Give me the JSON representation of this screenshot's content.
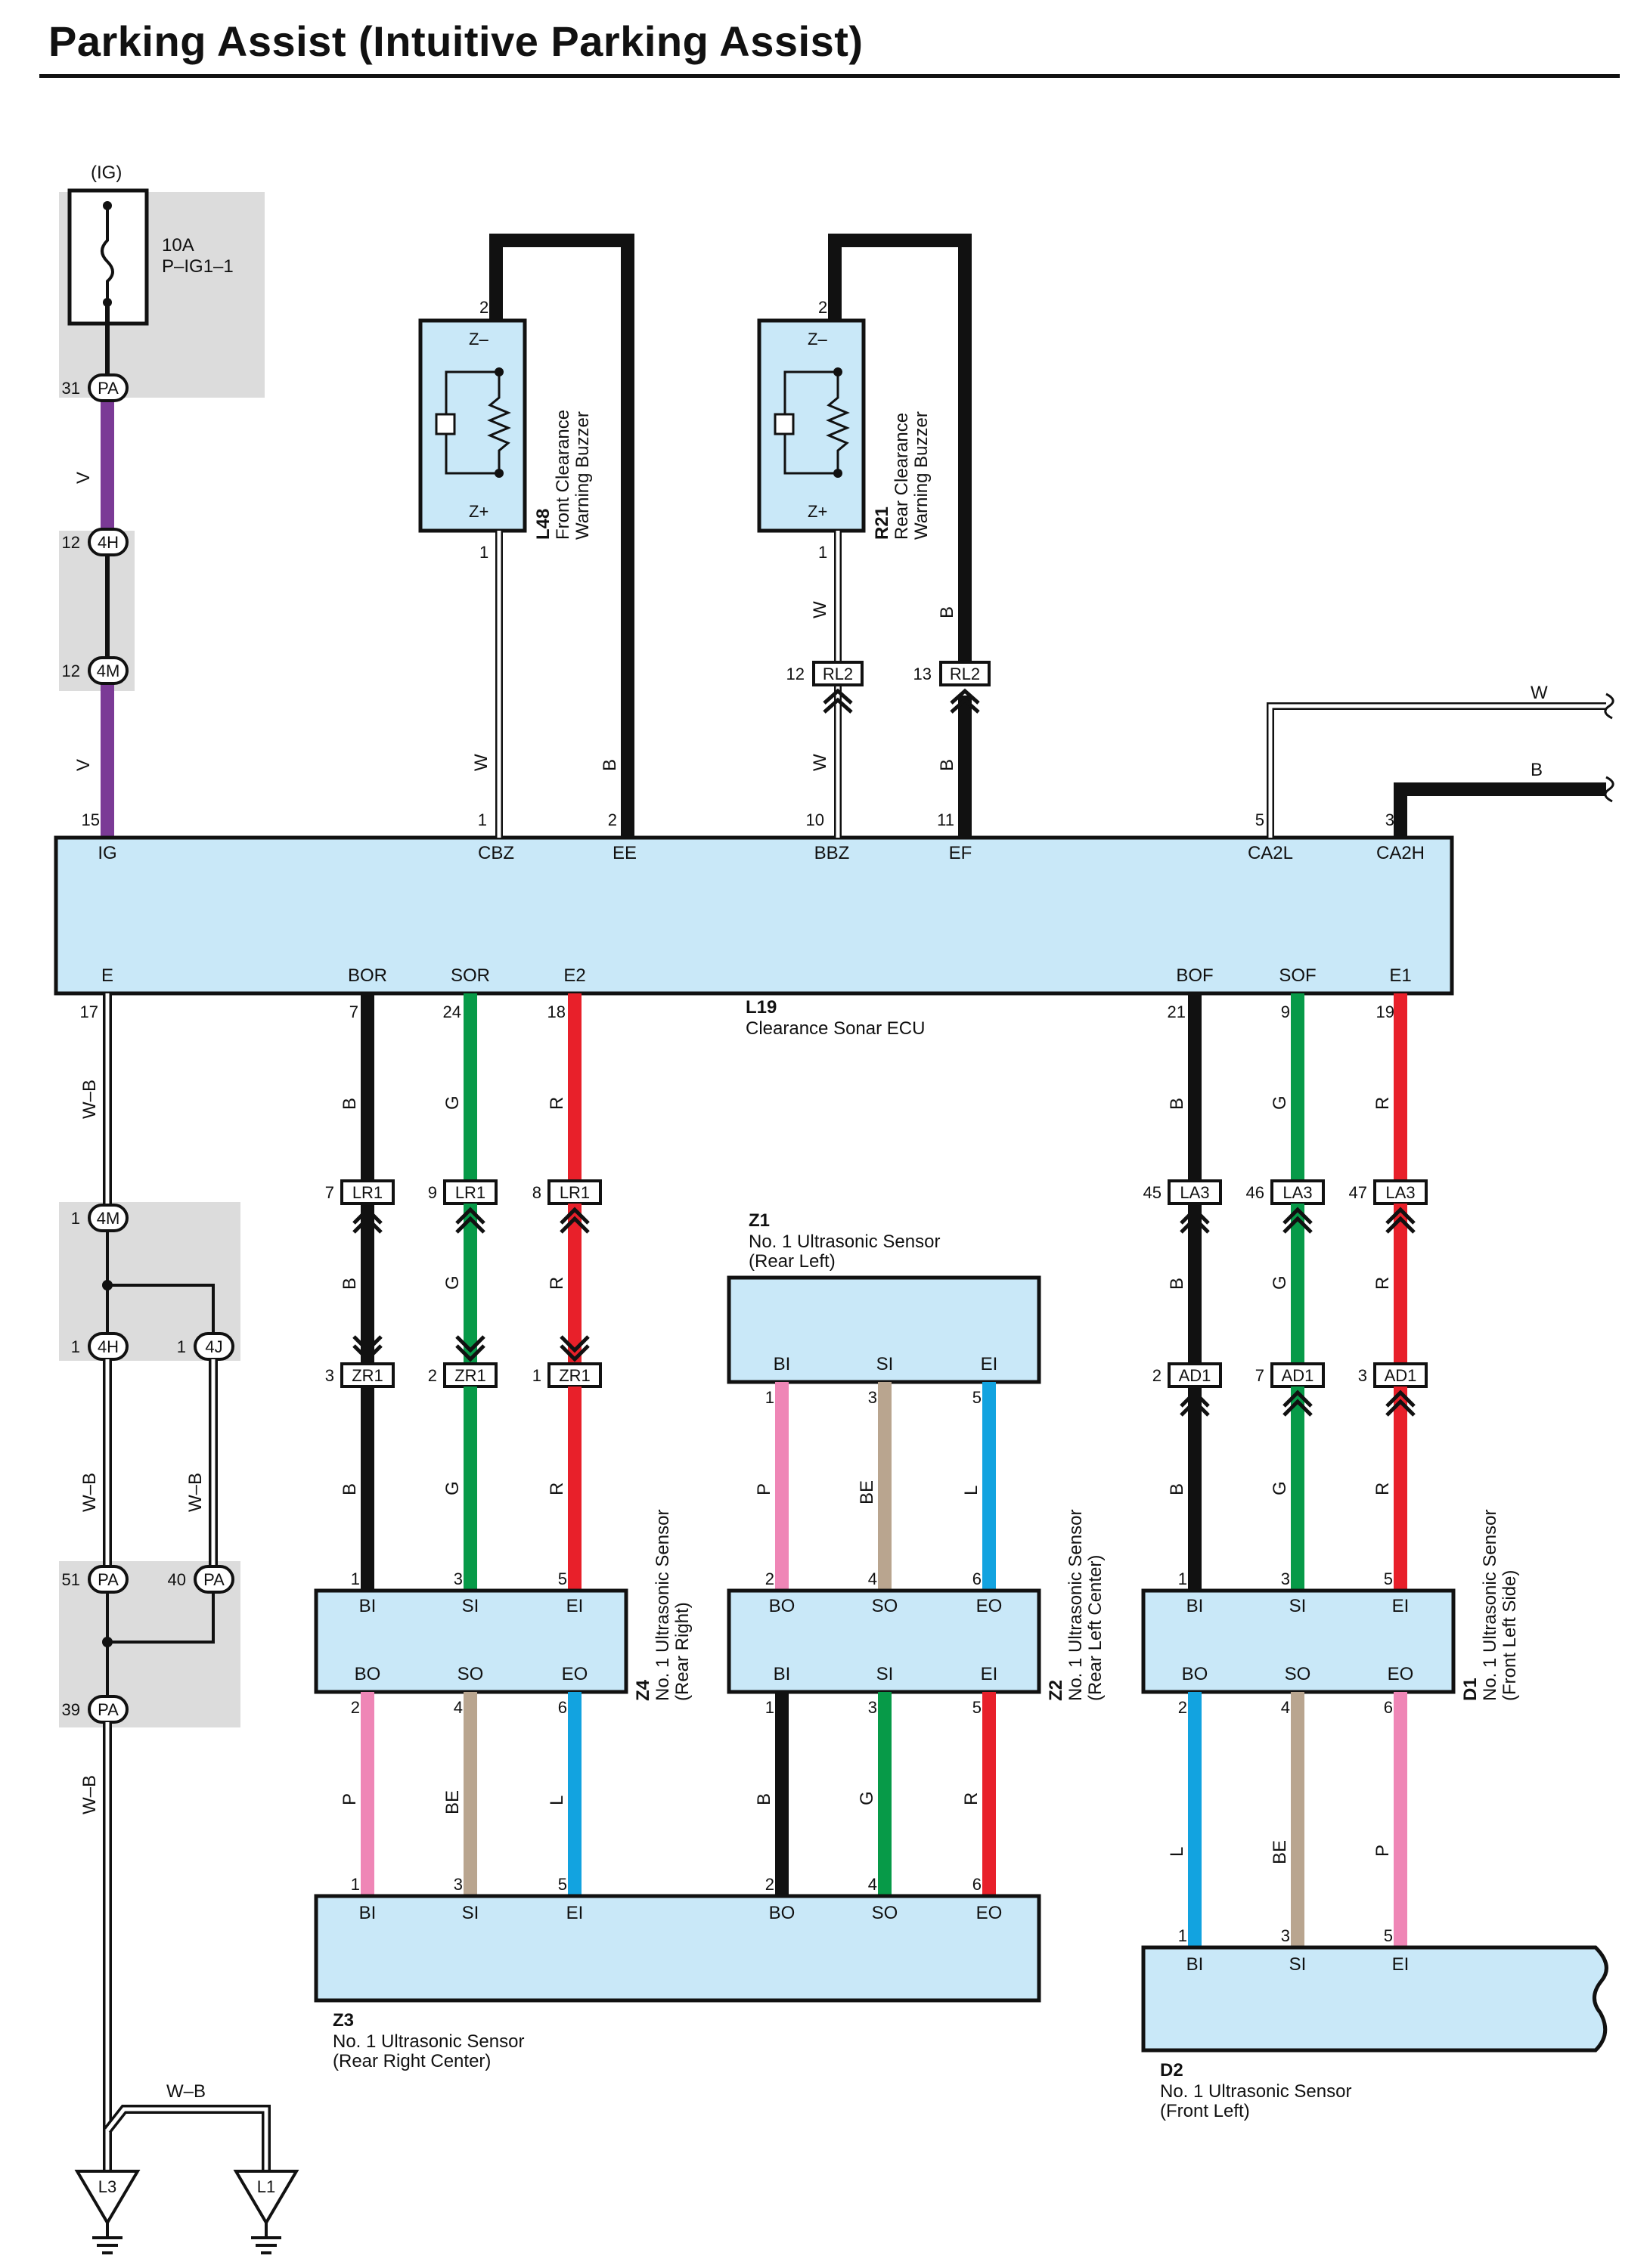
{
  "title": "Parking Assist (Intuitive Parking Assist)",
  "colors": {
    "V": "#7b3a96",
    "B": "#111111",
    "W": "#ffffff",
    "W-B": "#ffffff",
    "G": "#079a48",
    "R": "#e8202a",
    "P": "#ef86b6",
    "BE": "#b9a58f",
    "L": "#12a3e0",
    "box": "#c9e8f8",
    "shade": "#dcdcdc"
  },
  "fuse": {
    "label": "(IG)",
    "rating": "10A",
    "name": "P–IG1–1"
  },
  "ecu": {
    "id": "L19",
    "name": "Clearance Sonar ECU",
    "top_terms": [
      {
        "pin": "15",
        "label": "IG"
      },
      {
        "pin": "1",
        "label": "CBZ"
      },
      {
        "pin": "2",
        "label": "EE"
      },
      {
        "pin": "10",
        "label": "BBZ"
      },
      {
        "pin": "11",
        "label": "EF"
      },
      {
        "pin": "5",
        "label": "CA2L"
      },
      {
        "pin": "3",
        "label": "CA2H"
      }
    ],
    "bottom_terms": [
      {
        "pin": "17",
        "label": "E"
      },
      {
        "pin": "7",
        "label": "BOR"
      },
      {
        "pin": "24",
        "label": "SOR"
      },
      {
        "pin": "18",
        "label": "E2"
      },
      {
        "pin": "21",
        "label": "BOF"
      },
      {
        "pin": "9",
        "label": "SOF"
      },
      {
        "pin": "19",
        "label": "E1"
      }
    ]
  },
  "buzzers": [
    {
      "id": "L48",
      "name1": "Front Clearance",
      "name2": "Warning Buzzer",
      "neg": "Z–",
      "pos": "Z+",
      "pin_top": "2",
      "pin_bottom": "1"
    },
    {
      "id": "R21",
      "name1": "Rear Clearance",
      "name2": "Warning Buzzer",
      "neg": "Z–",
      "pos": "Z+",
      "pin_top": "2",
      "pin_bottom": "1"
    }
  ],
  "connectors": {
    "pa31": {
      "pin": "31",
      "name": "PA"
    },
    "h12": {
      "pin": "12",
      "name": "4H"
    },
    "m12": {
      "pin": "12",
      "name": "4M"
    },
    "rl12": {
      "pin": "12",
      "name": "RL2"
    },
    "rl13": {
      "pin": "13",
      "name": "RL2"
    },
    "m1": {
      "pin": "1",
      "name": "4M"
    },
    "h1": {
      "pin": "1",
      "name": "4H"
    },
    "j1": {
      "pin": "1",
      "name": "4J"
    },
    "pa51": {
      "pin": "51",
      "name": "PA"
    },
    "pa40": {
      "pin": "40",
      "name": "PA"
    },
    "pa39": {
      "pin": "39",
      "name": "PA"
    },
    "lr7": {
      "pin": "7",
      "name": "LR1"
    },
    "lr9": {
      "pin": "9",
      "name": "LR1"
    },
    "lr8": {
      "pin": "8",
      "name": "LR1"
    },
    "zr3": {
      "pin": "3",
      "name": "ZR1"
    },
    "zr2": {
      "pin": "2",
      "name": "ZR1"
    },
    "zr1": {
      "pin": "1",
      "name": "ZR1"
    },
    "la45": {
      "pin": "45",
      "name": "LA3"
    },
    "la46": {
      "pin": "46",
      "name": "LA3"
    },
    "la47": {
      "pin": "47",
      "name": "LA3"
    },
    "ad2": {
      "pin": "2",
      "name": "AD1"
    },
    "ad7": {
      "pin": "7",
      "name": "AD1"
    },
    "ad3": {
      "pin": "3",
      "name": "AD1"
    }
  },
  "wire_labels": {
    "v1": "V",
    "v2": "V",
    "cbz_w": "W",
    "ee_b": "B",
    "r21_w": "W",
    "r21_b": "B",
    "bbz_w": "W",
    "ef_b": "B",
    "can_w": "W",
    "can_b": "B",
    "e_wb1": "W–B",
    "e_wb2": "W–B",
    "e_wb3": "W–B",
    "e_wb4": "W–B",
    "gnd_wb": "W–B",
    "bor1": "B",
    "sor1": "G",
    "e2_1": "R",
    "bor2": "B",
    "sor2": "G",
    "e2_2": "R",
    "bor3": "B",
    "sor3": "G",
    "e2_3": "R",
    "bof1": "B",
    "sof1": "G",
    "e1_1": "R",
    "bof2": "B",
    "sof2": "G",
    "e1_2": "R",
    "bof3": "B",
    "sof3": "G",
    "e1_3": "R",
    "z1_p": "P",
    "z1_be": "BE",
    "z1_l": "L",
    "z4_p": "P",
    "z4_be": "BE",
    "z4_l": "L",
    "z2_b": "B",
    "z2_g": "G",
    "z2_r": "R",
    "d1_l": "L",
    "d1_be": "BE",
    "d1_p": "P"
  },
  "sensors": {
    "z1": {
      "id": "Z1",
      "name": "No. 1 Ultrasonic Sensor",
      "loc": "(Rear Left)",
      "terms": [
        "BI",
        "SI",
        "EI"
      ],
      "pins": [
        "1",
        "3",
        "5"
      ]
    },
    "z4": {
      "id": "Z4",
      "name": "No. 1 Ultrasonic Sensor",
      "loc": "(Rear Right)",
      "top": [
        "BI",
        "SI",
        "EI"
      ],
      "top_pins": [
        "1",
        "3",
        "5"
      ],
      "bot": [
        "BO",
        "SO",
        "EO"
      ],
      "bot_pins": [
        "2",
        "4",
        "6"
      ]
    },
    "z2": {
      "id": "Z2",
      "name": "No. 1 Ultrasonic Sensor",
      "loc": "(Rear Left Center)",
      "top": [
        "BO",
        "SO",
        "EO"
      ],
      "top_pins": [
        "2",
        "4",
        "6"
      ],
      "bot": [
        "BI",
        "SI",
        "EI"
      ],
      "bot_pins": [
        "1",
        "3",
        "5"
      ]
    },
    "d1": {
      "id": "D1",
      "name": "No. 1 Ultrasonic Sensor",
      "loc": "(Front Left Side)",
      "top": [
        "BI",
        "SI",
        "EI"
      ],
      "top_pins": [
        "1",
        "3",
        "5"
      ],
      "bot": [
        "BO",
        "SO",
        "EO"
      ],
      "bot_pins": [
        "2",
        "4",
        "6"
      ]
    },
    "z3": {
      "id": "Z3",
      "name": "No. 1 Ultrasonic Sensor",
      "loc": "(Rear Right Center)",
      "terms": [
        "BI",
        "SI",
        "EI",
        "BO",
        "SO",
        "EO"
      ],
      "pins": [
        "1",
        "3",
        "5",
        "2",
        "4",
        "6"
      ]
    },
    "d2": {
      "id": "D2",
      "name": "No. 1 Ultrasonic Sensor",
      "loc": "(Front Left)",
      "terms": [
        "BI",
        "SI",
        "EI"
      ],
      "pins": [
        "1",
        "3",
        "5"
      ]
    }
  },
  "grounds": [
    {
      "id": "L3"
    },
    {
      "id": "L1"
    }
  ]
}
